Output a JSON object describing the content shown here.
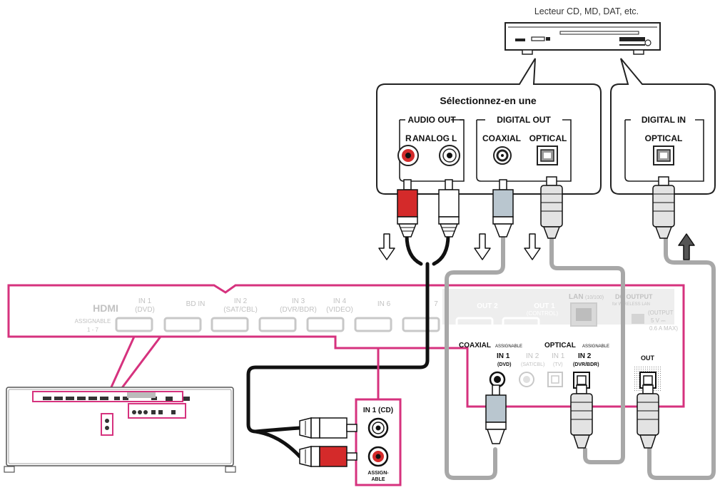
{
  "device": {
    "caption": "Lecteur CD, MD, DAT, etc."
  },
  "source_panel": {
    "heading": "Sélectionnez-en une",
    "audio_out": {
      "title": "AUDIO OUT",
      "label_r": "R",
      "label_analog": "ANALOG",
      "label_l": "L"
    },
    "digital_out": {
      "title": "DIGITAL OUT",
      "coaxial": "COAXIAL",
      "optical": "OPTICAL"
    }
  },
  "recorder_panel": {
    "title": "DIGITAL IN",
    "optical": "OPTICAL"
  },
  "receiver": {
    "hdmi": "HDMI",
    "hdmi_assignable": "ASSIGNABLE",
    "hdmi_range": "1 - 7",
    "in1": "IN 1",
    "in1_sub": "(DVD)",
    "bdin": "BD IN",
    "in2": "IN 2",
    "in2_sub": "(SAT/CBL)",
    "in3": "IN 3",
    "in3_sub": "(DVR/BDR)",
    "in4": "IN 4",
    "in4_sub": "(VIDEO)",
    "in6": "IN 6",
    "in7": "7",
    "out2": "OUT 2",
    "out1": "OUT 1",
    "out1_sub": "(CONTROL)",
    "lan": "LAN",
    "lan_sub": "(10/100)",
    "dc_output": "DC OUTPUT",
    "wireless_lan": "for WIRELESS LAN",
    "dc_rating_1": "(OUTPUT",
    "dc_rating_2": "5 V ⎓",
    "dc_rating_3": "0.6 A MAX)",
    "coaxial": "COAXIAL",
    "coaxial_assignable": "ASSIGNABLE",
    "coax_in1": "IN 1",
    "coax_in1_sub": "(DVD)",
    "coax_in2": "IN 2",
    "coax_in2_sub": "(SAT/CBL)",
    "optical": "OPTICAL",
    "optical_assignable": "ASSIGNABLE",
    "opt_in1": "IN 1",
    "opt_in1_sub": "(TV)",
    "opt_in2": "IN 2",
    "opt_in2_sub": "(DVR/BDR)",
    "opt_out": "OUT",
    "analog_in1": "IN 1 (CD)",
    "analog_assign_1": "ASSIGN-",
    "analog_assign_2": "ABLE"
  },
  "colors": {
    "accent": "#d6327e",
    "cable_gray": "#a8a8a8",
    "plug_red": "#d42a2a",
    "plug_coax": "#b9c6cf"
  },
  "icons": [
    "arrow-down-icon",
    "arrow-up-icon",
    "rca-jack-icon",
    "optical-jack-icon",
    "cd-player-icon",
    "receiver-thumbnail-icon"
  ]
}
